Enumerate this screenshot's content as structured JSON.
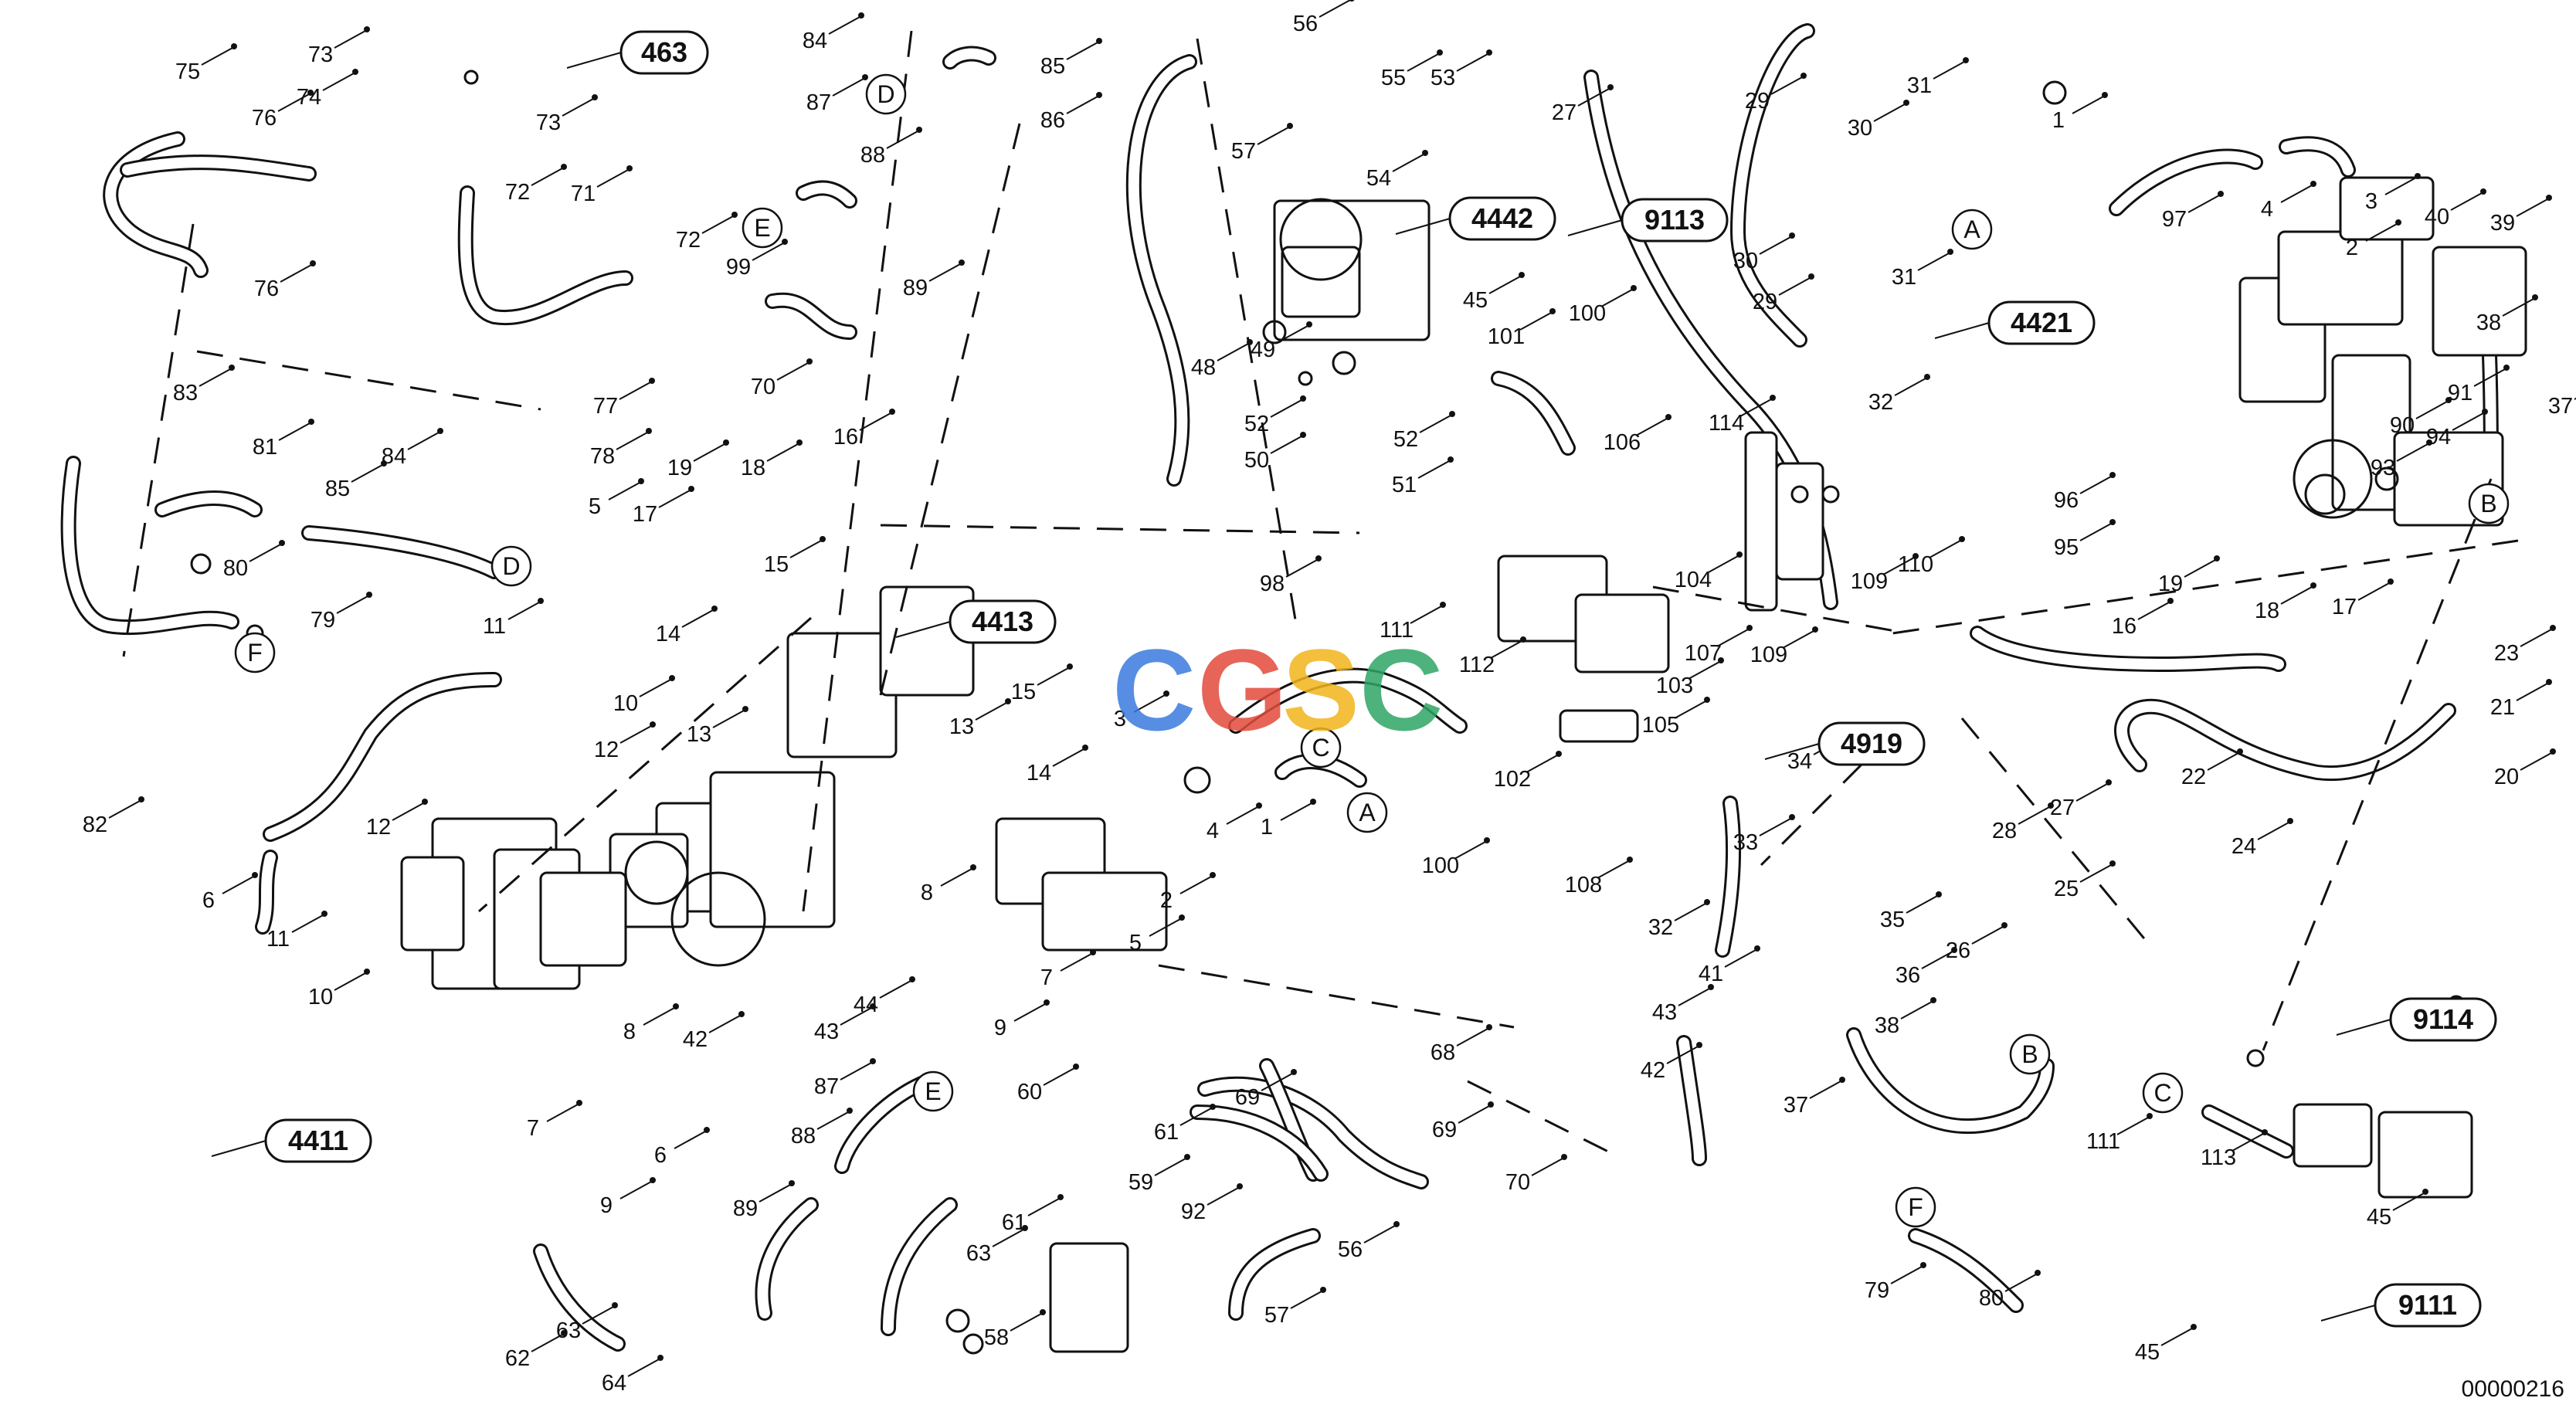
{
  "diagram": {
    "drawing_id": "00000216",
    "watermark": "CGSC",
    "watermark_colors": [
      "#3a7be0",
      "#e24b3b",
      "#f2b51c",
      "#2ea565"
    ],
    "assembly_refs": [
      "463",
      "4442",
      "9113",
      "4421",
      "4413",
      "4919",
      "9114",
      "4411",
      "9111"
    ],
    "connection_markers": [
      "A",
      "B",
      "C",
      "D",
      "E",
      "F"
    ],
    "part_numbers": [
      "1",
      "2",
      "3",
      "4",
      "5",
      "6",
      "7",
      "8",
      "9",
      "10",
      "11",
      "12",
      "13",
      "14",
      "15",
      "16",
      "17",
      "18",
      "19",
      "20",
      "21",
      "22",
      "23",
      "24",
      "25",
      "26",
      "27",
      "28",
      "29",
      "30",
      "31",
      "32",
      "33",
      "34",
      "35",
      "36",
      "37",
      "38",
      "39",
      "40",
      "41",
      "42",
      "43",
      "44",
      "45",
      "48",
      "49",
      "50",
      "51",
      "52",
      "53",
      "54",
      "55",
      "56",
      "57",
      "58",
      "59",
      "60",
      "61",
      "62",
      "63",
      "64",
      "68",
      "69",
      "70",
      "71",
      "72",
      "73",
      "74",
      "75",
      "76",
      "77",
      "78",
      "79",
      "80",
      "81",
      "82",
      "83",
      "84",
      "85",
      "86",
      "87",
      "88",
      "89",
      "90",
      "91",
      "92",
      "93",
      "94",
      "95",
      "96",
      "97",
      "98",
      "99",
      "100",
      "101",
      "102",
      "103",
      "104",
      "105",
      "106",
      "107",
      "108",
      "109",
      "110",
      "111",
      "112",
      "113",
      "114"
    ]
  }
}
